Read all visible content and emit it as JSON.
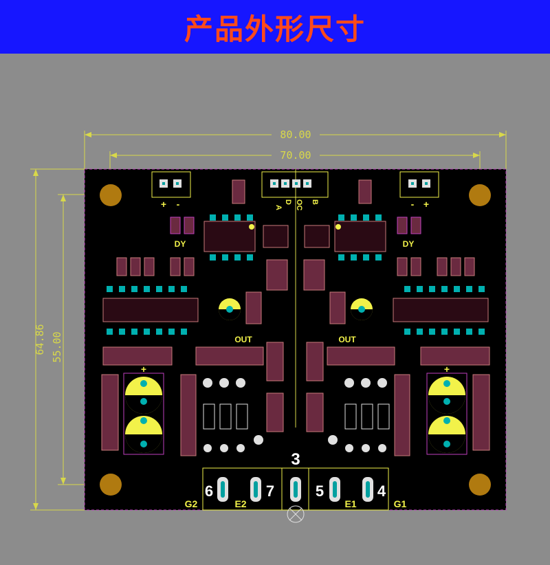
{
  "title": "产品外形尺寸",
  "dimensions": {
    "width_outer": "80.00",
    "width_inner": "70.00",
    "height_outer": "64.86",
    "height_inner": "55.00"
  },
  "silkscreen": {
    "plus_left": "+",
    "minus_left": "-",
    "header_labels": [
      "A",
      "D",
      "OC",
      "B"
    ],
    "minus_right": "-",
    "plus_right": "+",
    "dy_left": "DY",
    "dy_right": "DY",
    "out_left": "OUT",
    "out_right": "OUT",
    "plus_cap_left": "+",
    "plus_cap_right": "+",
    "jumper_number": "3",
    "g2": "G2",
    "e2": "E2",
    "e1": "E1",
    "g1": "G1",
    "pin6": "6",
    "pin7": "7",
    "pin5": "5",
    "pin4": "4"
  },
  "colors": {
    "banner": "#1616ff",
    "title": "#ff4a1a",
    "board": "#000000",
    "dimension": "#d8d84a",
    "pad": "#00b0b0",
    "silk": "#ffffff",
    "component": "#c87a7a",
    "mounting_hole": "#b07a10"
  }
}
